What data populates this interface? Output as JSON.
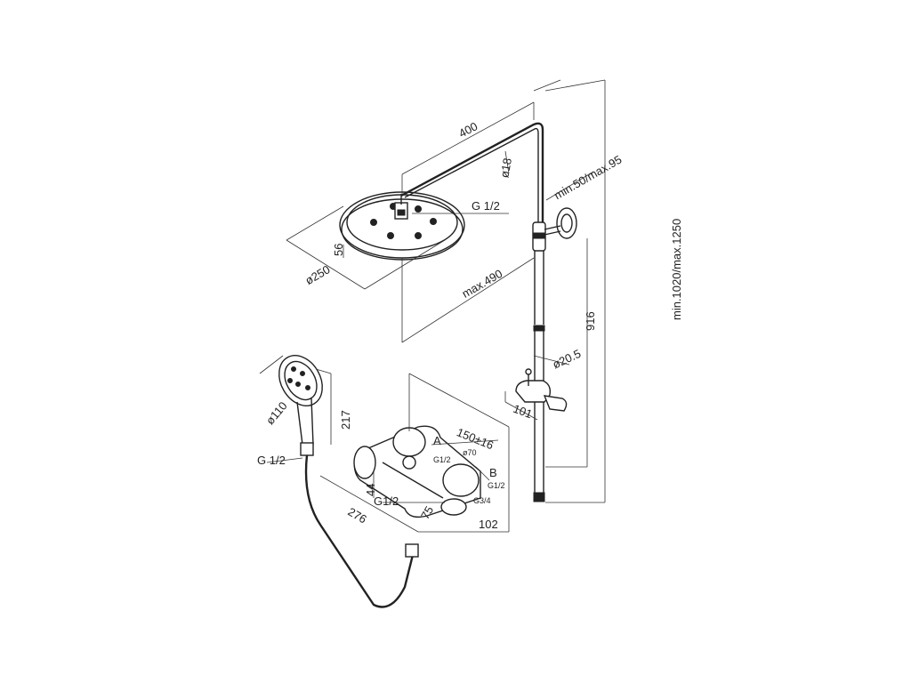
{
  "colors": {
    "line": "#222222",
    "background": "#ffffff"
  },
  "dimensions": {
    "head_width": "400",
    "pipe_diameter": "ø18",
    "thread_head": "G 1/2",
    "head_height": "56",
    "head_diameter": "ø250",
    "head_projection": "max.490",
    "holder_range": "min.50/max.95",
    "overall_height": "min.1020/max.1250",
    "rail_length": "916",
    "rail_diameter": "ø20.5",
    "slider_depth": "101",
    "hand_shower_diameter": "ø110",
    "hand_shower_length": "217",
    "thread_hand": "G 1/2",
    "outlet_a": "A",
    "thread_a": "G1/2",
    "knob_diameter": "ø70",
    "centers": "150±16",
    "outlet_b": "B",
    "thread_b": "G1/2",
    "thread_inlet": "G3/4",
    "mixer_depth": "102",
    "mixer_height": "44",
    "thread_bottom": "G1/2",
    "outlet_offset": "75",
    "mixer_length": "276"
  }
}
